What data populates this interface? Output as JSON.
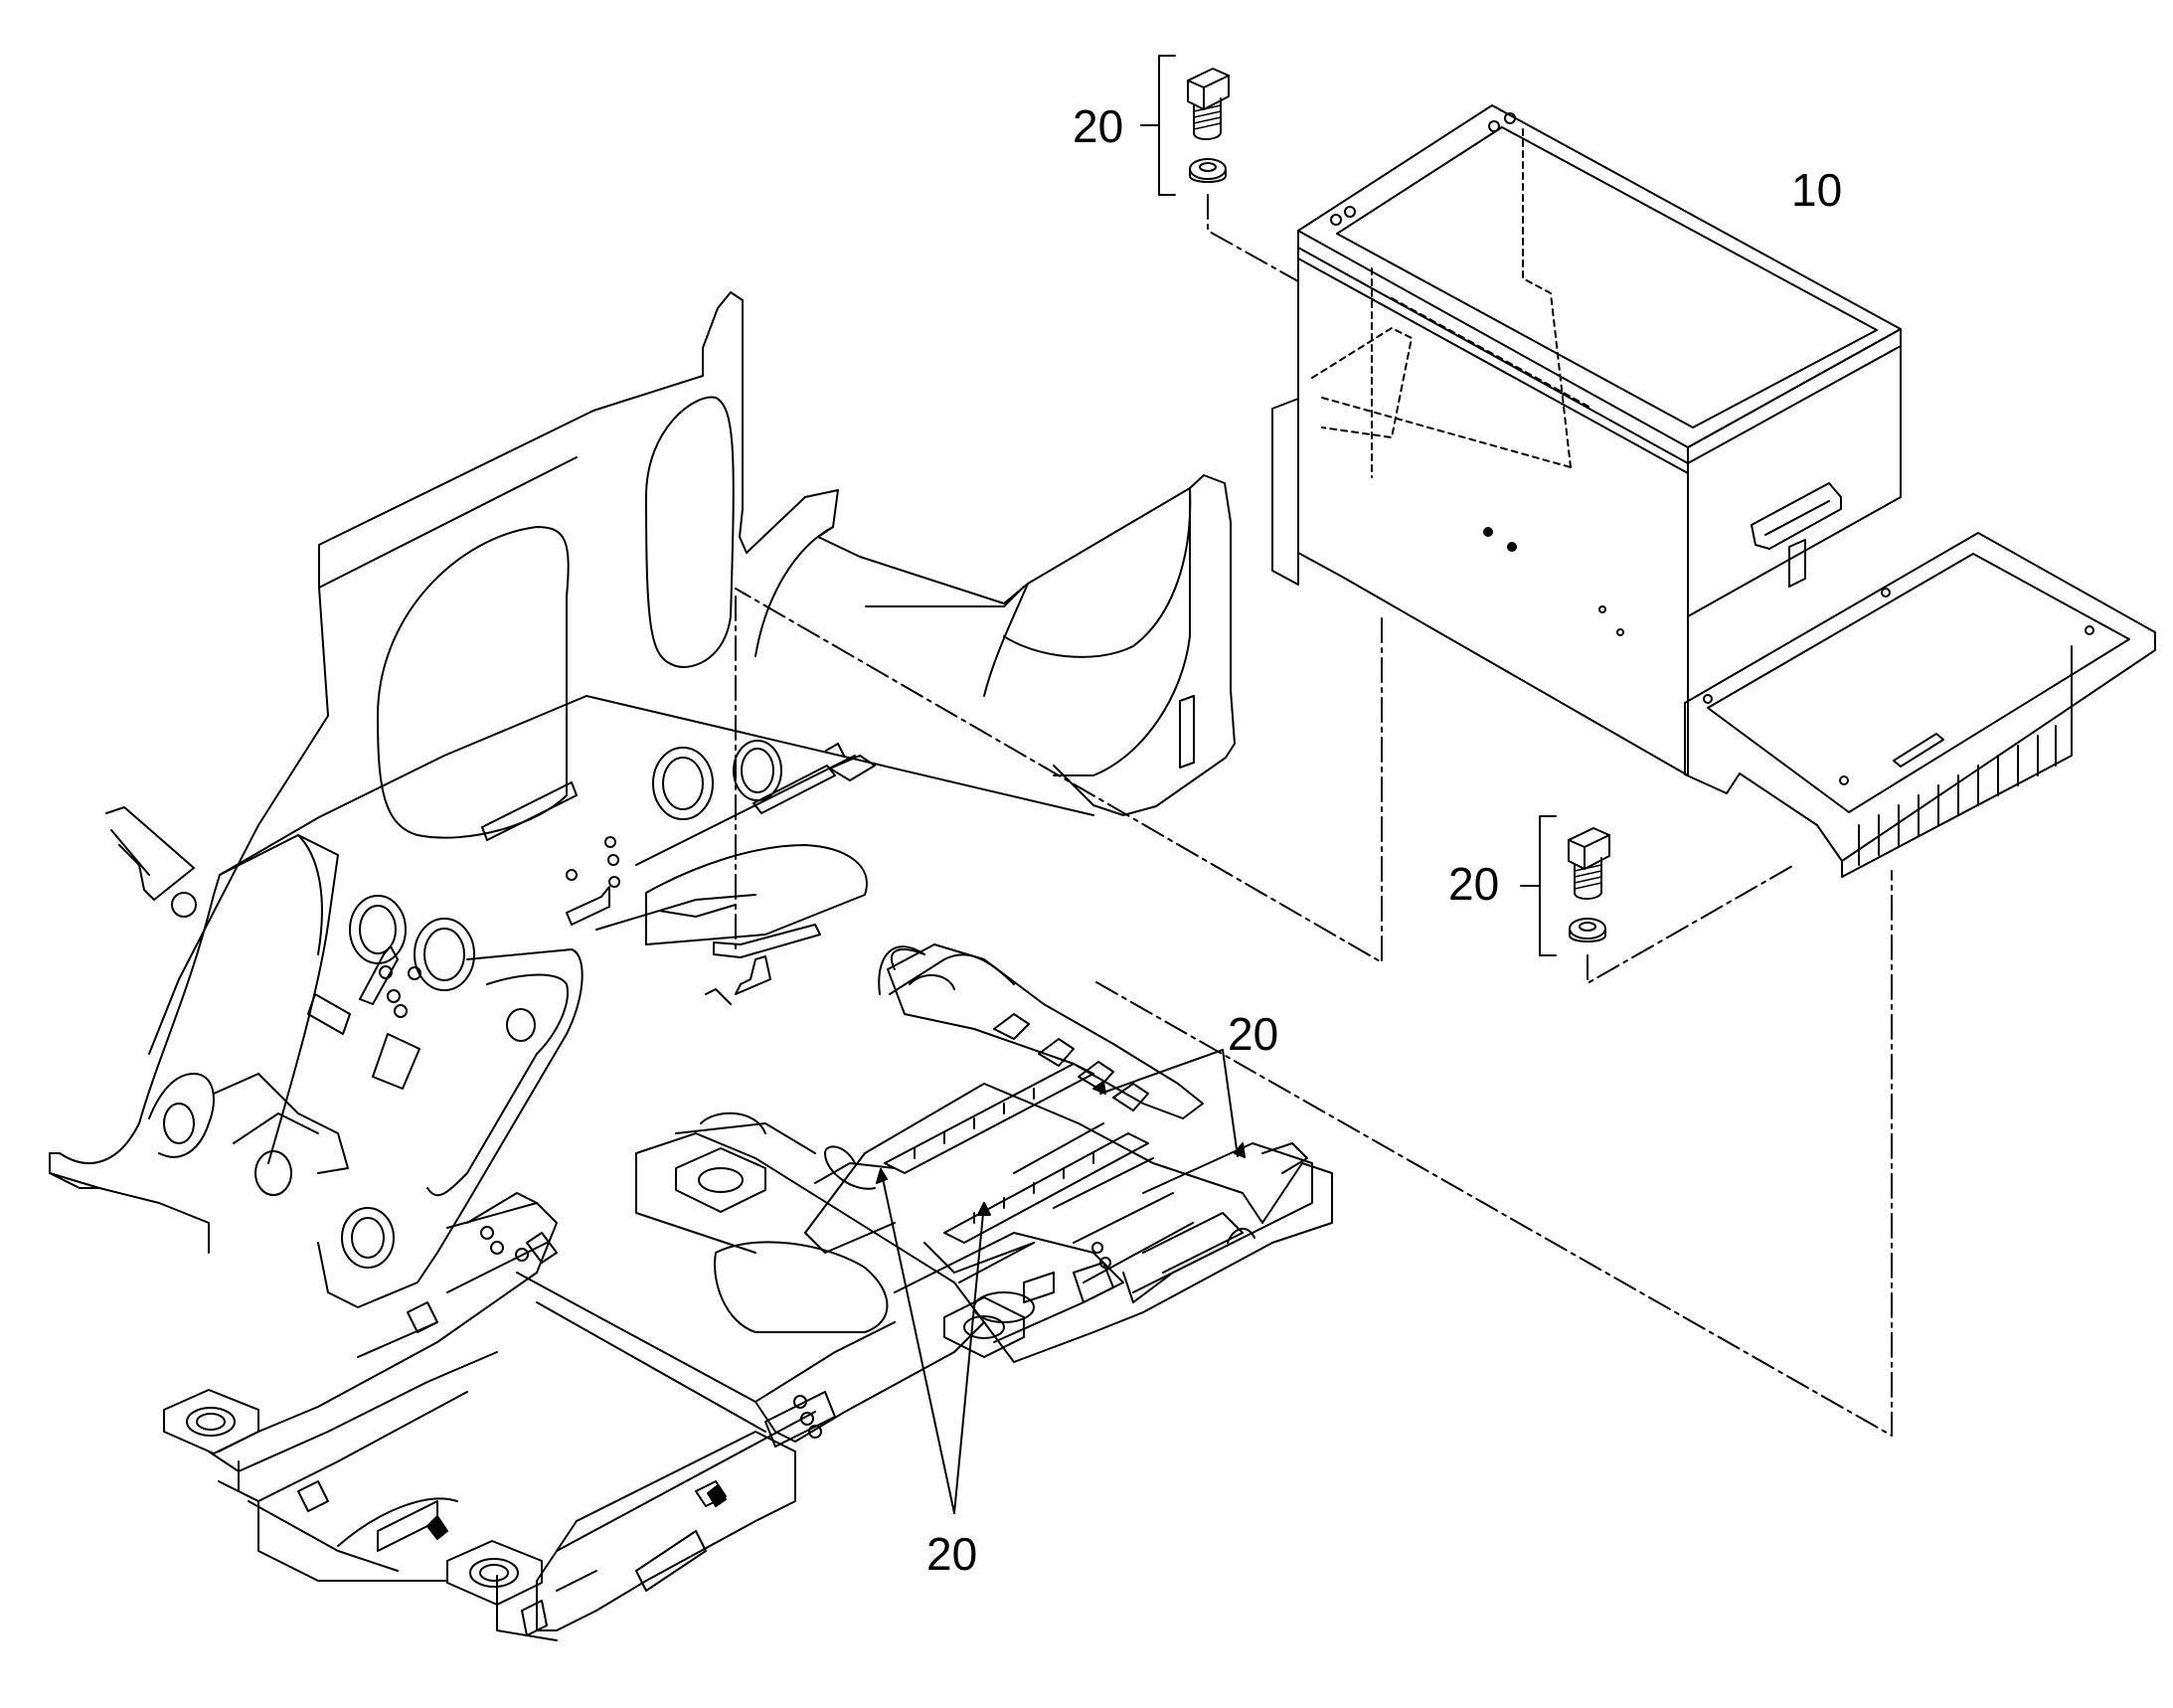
{
  "diagram": {
    "callouts": {
      "box_label": "10",
      "fastener_top": "20",
      "fastener_right": "20",
      "fastener_frame_upper": "20",
      "fastener_frame_lower": "20"
    },
    "colors": {
      "line": "#000000",
      "background": "#ffffff"
    }
  }
}
